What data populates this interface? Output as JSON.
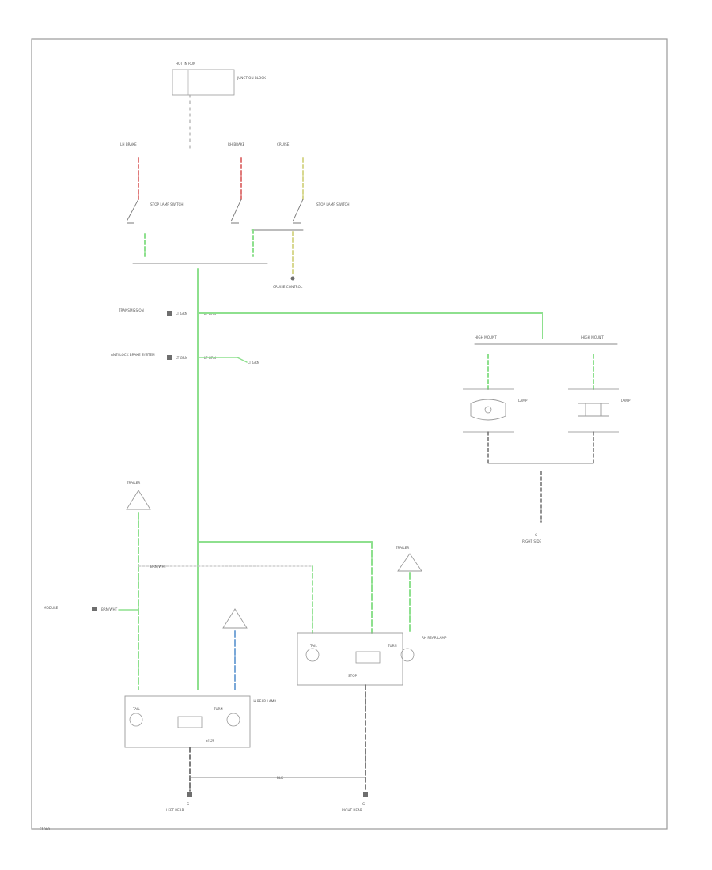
{
  "colors": {
    "frame": "#9a9a9a",
    "wire_black": "#6e6e6e",
    "wire_green": "#8ee08e",
    "wire_red": "#e07a7a",
    "wire_yellow": "#d8d890",
    "wire_blue": "#7aa8d8",
    "wire_gray": "#c8c8c8"
  },
  "labels": {
    "fuse_box": "HOT IN RUN",
    "fuse_detail": "JUNCTION BLOCK",
    "left_stop_label": "LH BRAKE",
    "right_stop_label": "RH BRAKE",
    "cruise_label": "CRUISE",
    "stop_switch_label": "STOP LAMP SWITCH",
    "cruise_module": "CRUISE CONTROL",
    "trans_label": "TRANSMISSION",
    "abs_label": "ANTI-LOCK BRAKE SYSTEM",
    "wire_code_1": "LT GRN",
    "wire_code_2": "LT GRN",
    "wire_code_3": "LT GRN",
    "wire_code_4": "LT GRN",
    "ltgrn_branch": "LT GRN",
    "high_mount_left": "HIGH MOUNT",
    "high_mount_right": "HIGH MOUNT",
    "lamp_left": "LAMP",
    "lamp_right": "LAMP",
    "g_ground_right": "G",
    "ground_right_note": "RIGHT SIDE",
    "trailer_left": "TRAILER",
    "trailer_right": "TRAILER",
    "lh_rear_lamp": "LH REAR LAMP",
    "rh_rear_lamp": "RH REAR LAMP",
    "module_left": "MODULE",
    "wire_brn": "BRN/WHT",
    "wire_brn2": "BRN/WHT",
    "tail_stop_left_a": "TAIL",
    "tail_stop_left_b": "TURN",
    "tail_stop_left_c": "STOP",
    "tail_stop_right_a": "TAIL",
    "tail_stop_right_b": "TURN",
    "tail_stop_right_c": "STOP",
    "bottom_wire": "BLK",
    "ground_left_g": "G",
    "ground_left_note": "LEFT REAR",
    "ground_right_g": "G",
    "ground_right_note2": "RIGHT REAR",
    "corner_code": "F1000"
  }
}
